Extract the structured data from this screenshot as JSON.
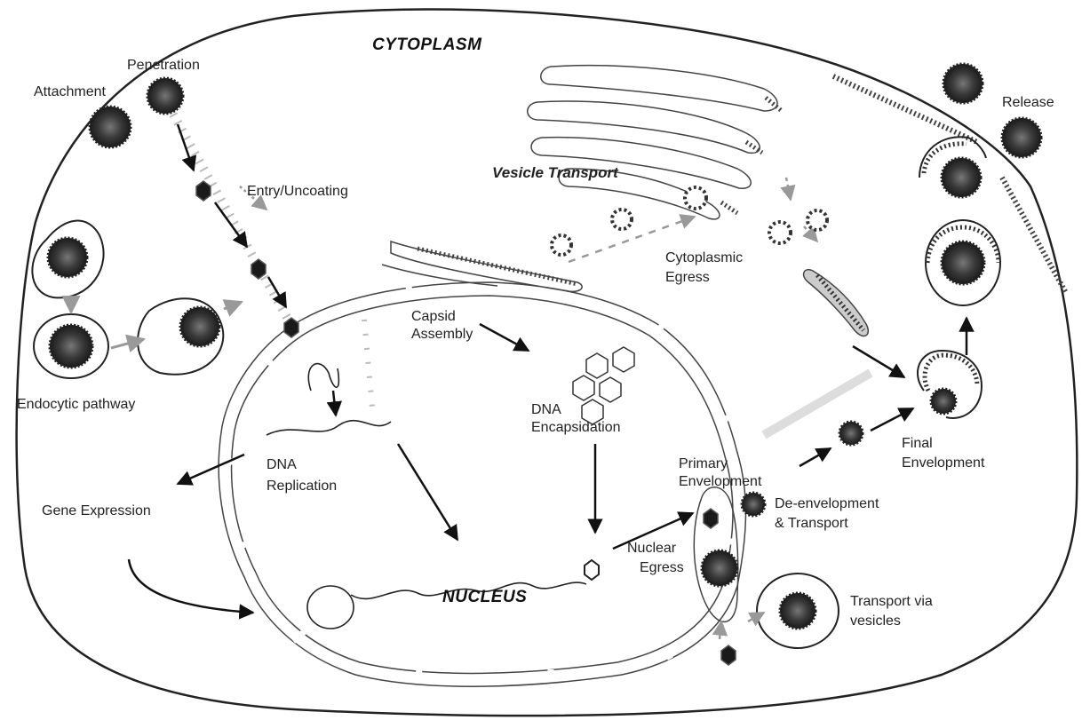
{
  "labels": {
    "cytoplasm": "CYTOPLASM",
    "nucleus": "NUCLEUS",
    "vesicle_transport": "Vesicle Transport",
    "attachment": "Attachment",
    "penetration": "Penetration",
    "entry_uncoating": "Entry/Uncoating",
    "endocytic_pathway": "Endocytic pathway",
    "capsid_assembly_1": "Capsid",
    "capsid_assembly_2": "Assembly",
    "dna_encapsidation_1": "DNA",
    "dna_encapsidation_2": "Encapsidation",
    "dna_replication_1": "DNA",
    "dna_replication_2": "Replication",
    "gene_expression": "Gene Expression",
    "cytoplasmic_egress_1": "Cytoplasmic",
    "cytoplasmic_egress_2": "Egress",
    "release": "Release",
    "primary_envelopment_1": "Primary",
    "primary_envelopment_2": "Envelopment",
    "de_envelopment_1": "De-envelopment",
    "de_envelopment_2": "& Transport",
    "nuclear_egress_1": "Nuclear",
    "nuclear_egress_2": "Egress",
    "final_envelopment_1": "Final",
    "final_envelopment_2": "Envelopment",
    "transport_vesicles_1": "Transport via",
    "transport_vesicles_2": "vesicles"
  },
  "colors": {
    "outline": "#222222",
    "virion_dark": "#2a2a2a",
    "virion_core": "#6a6a6a",
    "grey_arrow": "#aaaaaa",
    "membrane": "#444444"
  }
}
